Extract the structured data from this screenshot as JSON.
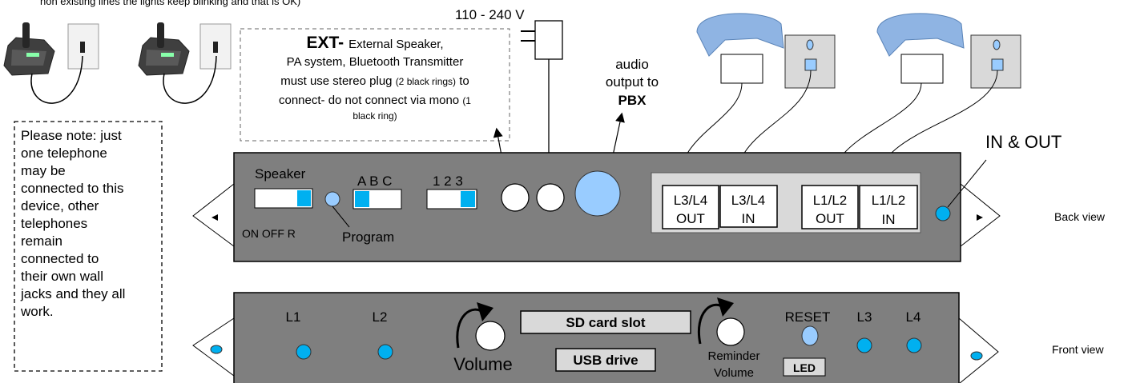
{
  "top_note": "non existing lines the lights keep blinking and that is OK)",
  "power_label": "110 - 240 V",
  "ext_box": {
    "title": "EXT-",
    "line1_rest": "External Speaker,",
    "line2": "PA system, Bluetooth Transmitter",
    "line3_a": "must use stereo plug ",
    "line3_b": "(2 black rings)",
    "line3_c": " to",
    "line4": "connect- do not connect via mono ",
    "line4_b": "(1",
    "line5": "black ring)"
  },
  "audio_output": {
    "line1": "audio",
    "line2": "output to",
    "line3": "PBX"
  },
  "note_box": [
    "Please note: just",
    "one telephone",
    "may be",
    "connected to this",
    "device, other",
    "telephones",
    "remain",
    "connected to",
    "their own wall",
    "jacks and they all",
    "work."
  ],
  "back_panel": {
    "speaker_label": "Speaker",
    "speaker_positions": "ON OFF R",
    "program_label": "Program",
    "abc_label": "A B C",
    "num_label": "1 2 3",
    "ports": [
      {
        "top": "L3/L4",
        "bottom": "OUT"
      },
      {
        "top": "L3/L4",
        "bottom": "IN"
      },
      {
        "top": "L1/L2",
        "bottom": "OUT"
      },
      {
        "top": "L1/L2",
        "bottom": "IN"
      }
    ],
    "in_out_label": "IN & OUT",
    "view_label": "Back view"
  },
  "front_panel": {
    "l1": "L1",
    "l2": "L2",
    "l3": "L3",
    "l4": "L4",
    "sd_slot": "SD card slot",
    "usb_drive": "USB drive",
    "volume": "Volume",
    "reminder_line1": "Reminder",
    "reminder_line2": "Volume",
    "reset": "RESET",
    "led": "LED",
    "view_label": "Front view"
  },
  "colors": {
    "panel": "#7f7f7f",
    "accent_blue": "#00b0f0",
    "light_blue": "#99ccff",
    "wall": "#d9d9d9"
  },
  "icons": [
    "telephone-icon",
    "wall-jack-icon",
    "power-adapter-icon",
    "handset-icon",
    "curved-arrow-icon"
  ]
}
